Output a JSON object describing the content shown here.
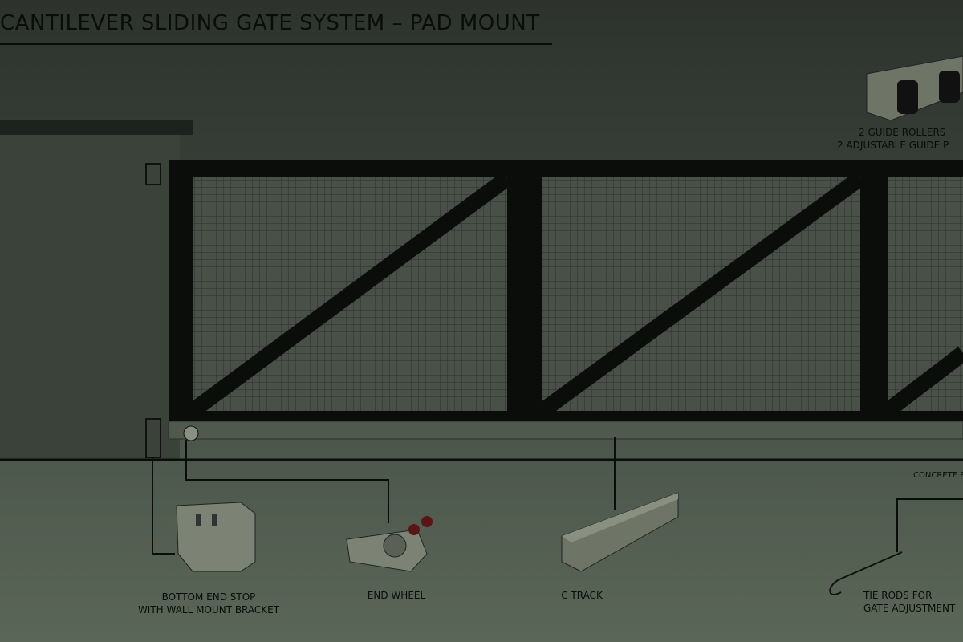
{
  "title": "CANTILEVER SLIDING GATE SYSTEM – PAD MOUNT",
  "labels": {
    "guide_rollers": [
      "2 GUIDE ROLLERS",
      "2 ADJUSTABLE GUIDE P"
    ],
    "concrete": "CONCRETE P",
    "bottom_end_stop": [
      "BOTTOM END STOP",
      "WITH WALL MOUNT BRACKET"
    ],
    "end_wheel": "END WHEEL",
    "c_track": "C TRACK",
    "tie_rods": [
      "TIE RODS FOR",
      "GATE ADJUSTMENT"
    ]
  },
  "colors": {
    "frame": "#0b0d0b",
    "mesh": "#4a5249",
    "part": "#7c8274"
  }
}
